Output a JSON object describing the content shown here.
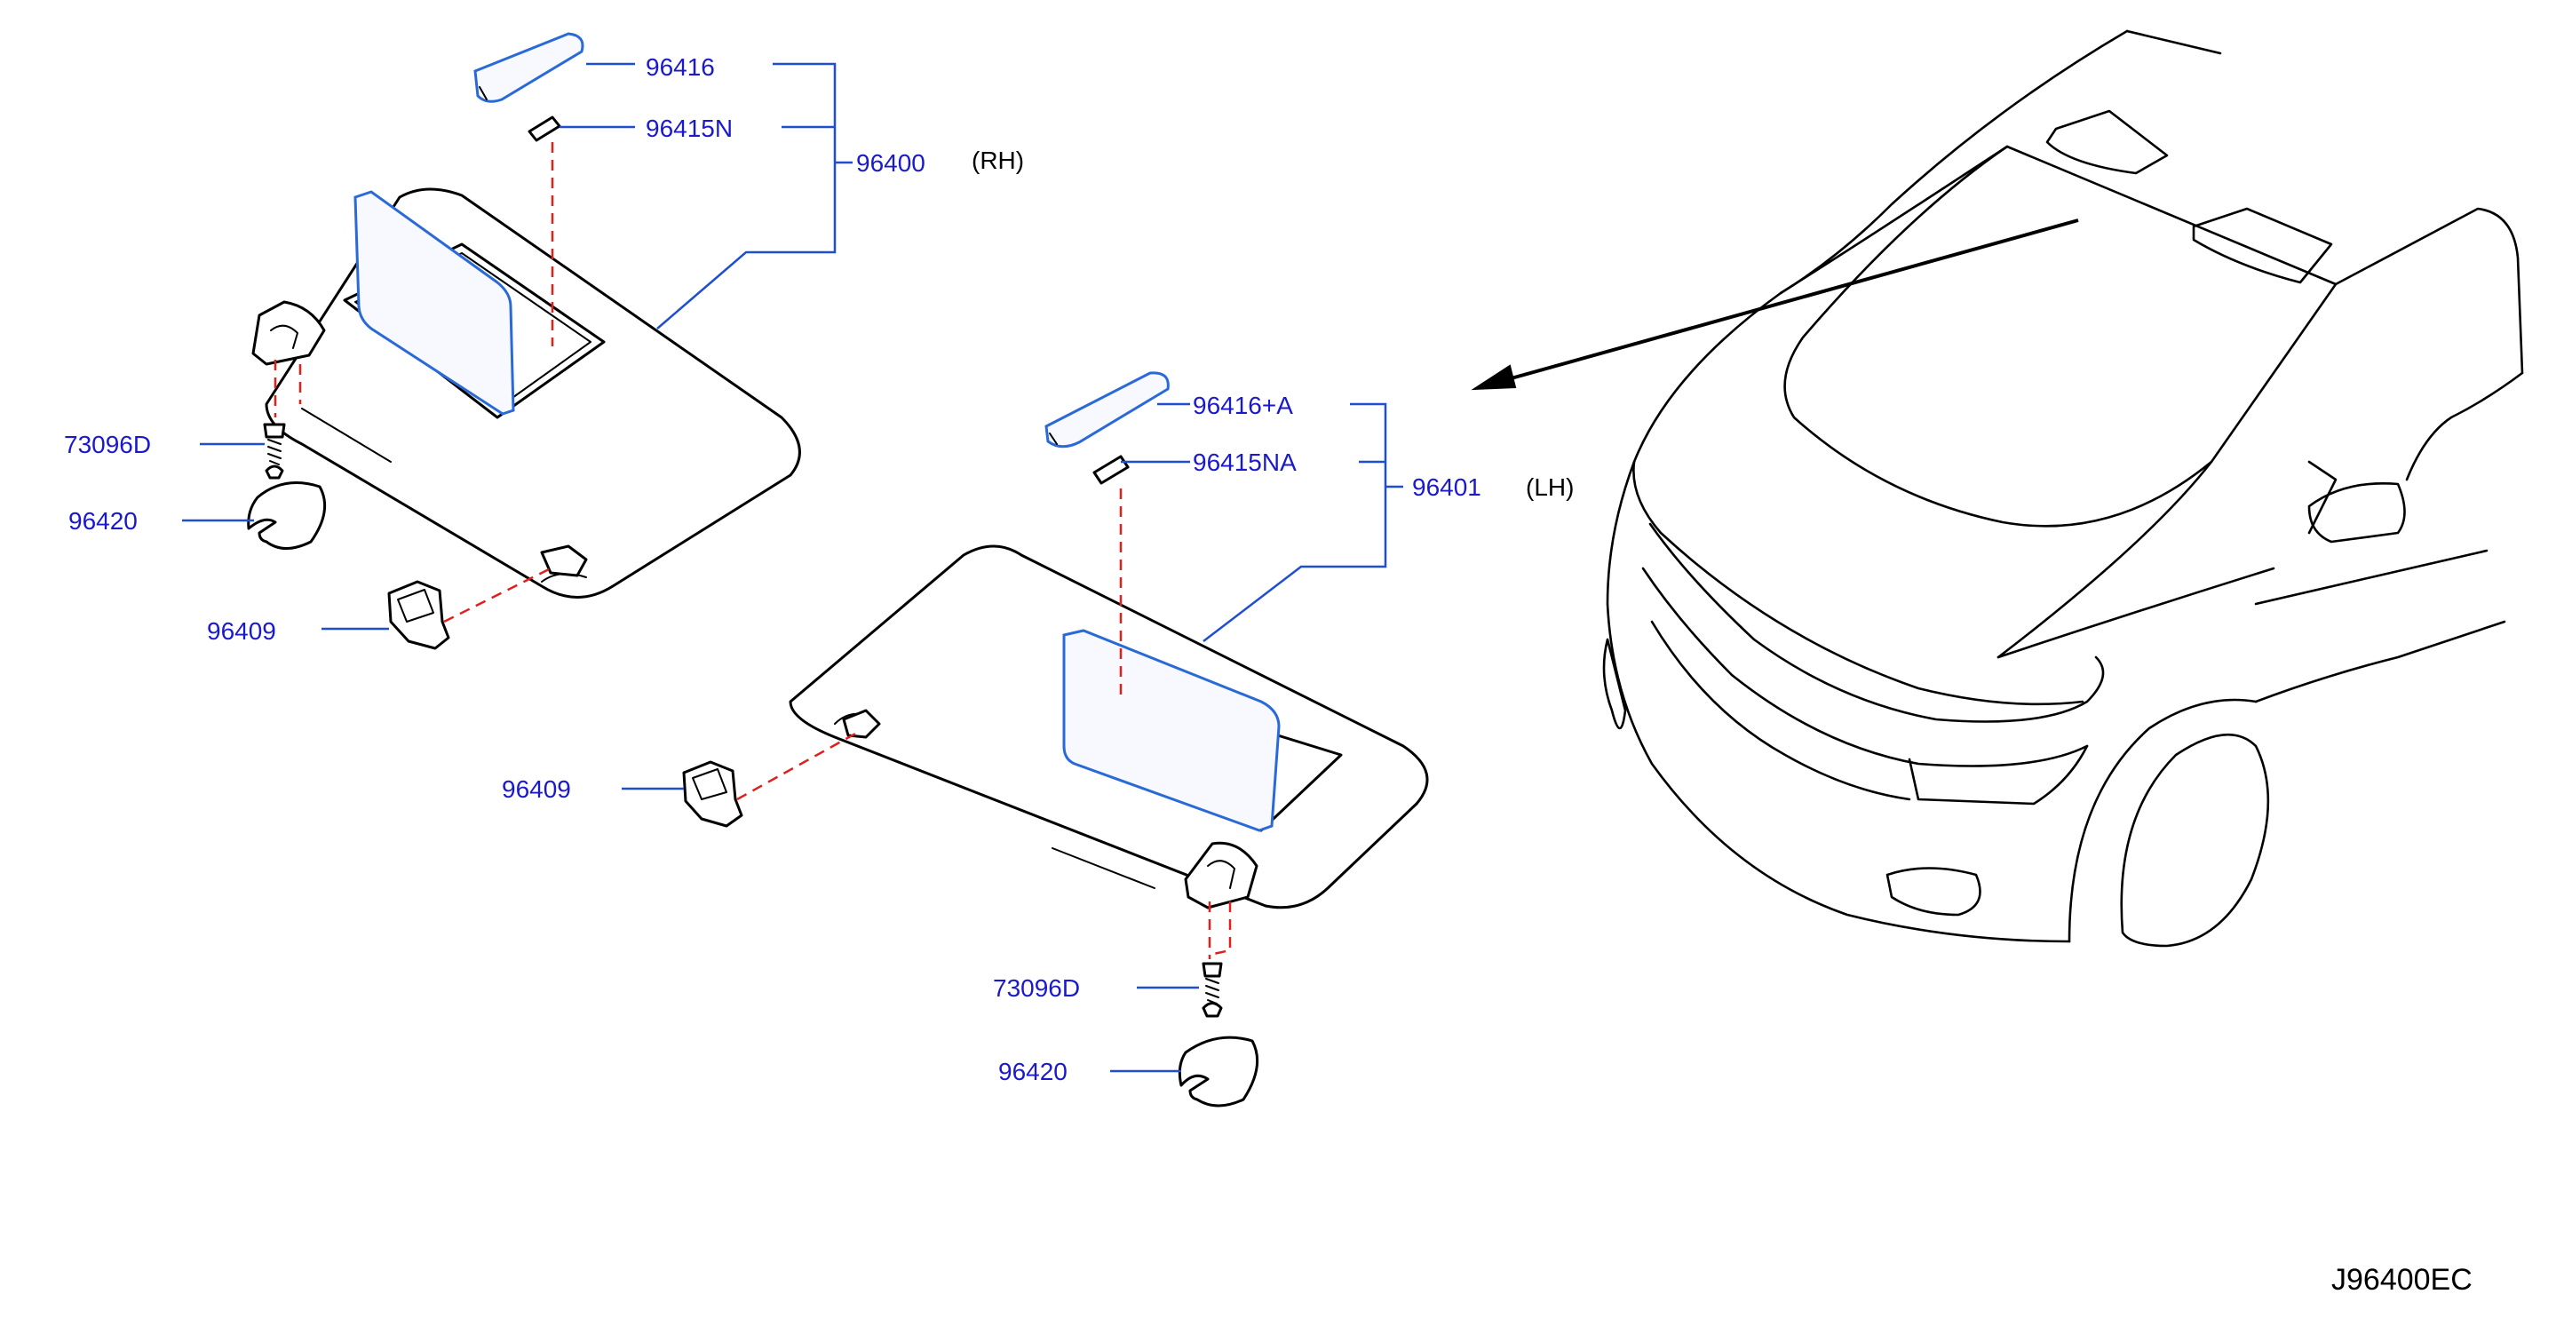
{
  "labels": {
    "rh": {
      "mirror_pad": "96416",
      "lamp": "96415N",
      "visor_assy": "96400",
      "side": "(RH)",
      "screw": "73096D",
      "cover": "96420",
      "holder": "96409"
    },
    "lh": {
      "mirror_pad": "96416+A",
      "lamp": "96415NA",
      "visor_assy": "96401",
      "side": "(LH)",
      "screw": "73096D",
      "cover": "96420",
      "holder": "96409"
    },
    "diagram_code": "J96400EC"
  },
  "colors": {
    "label_text": "#1a1acc",
    "leader_line": "#1f4fd0",
    "hidden_line": "#e0201c",
    "mirror_outline": "#2a6ad8"
  }
}
